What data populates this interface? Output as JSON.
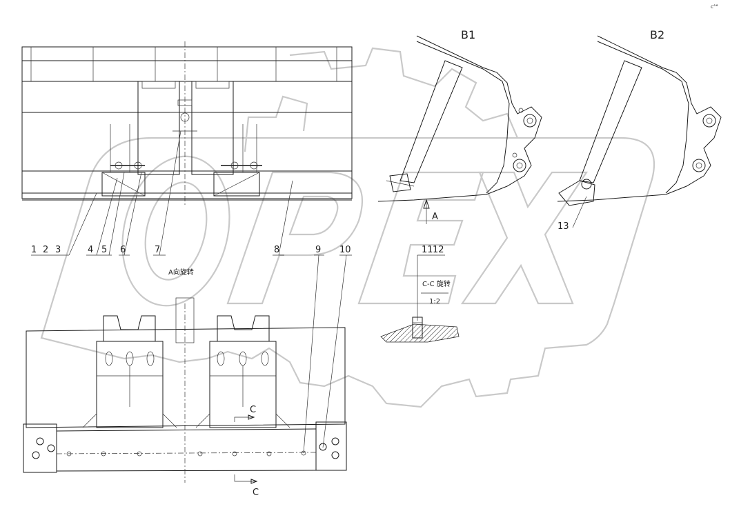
{
  "views": {
    "top_left": {
      "part_numbers": [
        "1",
        "2",
        "3",
        "4",
        "5",
        "6",
        "7",
        "8",
        "9",
        "10"
      ],
      "rotation_note": "A向旋转"
    },
    "bucket_b1": {
      "title": "B1",
      "view_arrow": "A",
      "part_numbers": [
        "11",
        "12"
      ]
    },
    "bucket_b2": {
      "title": "B2",
      "part_numbers": [
        "13"
      ]
    },
    "section": {
      "title": "C-C 旋转",
      "scale": "1:2"
    },
    "bottom": {
      "section_marker_top": "C",
      "section_marker_bottom": "C"
    }
  },
  "watermark": {
    "text": "OPEX",
    "color": "#c9c9c9"
  },
  "corner_mark": "ⅽ°°"
}
